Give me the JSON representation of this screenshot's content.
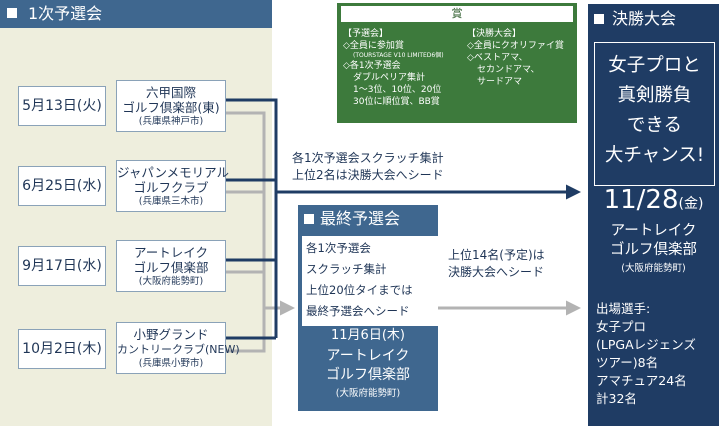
{
  "qualifying": {
    "header": "1次予選会",
    "rounds": [
      {
        "date": "5月13日(火)",
        "venue_lines": [
          "六甲国際",
          "ゴルフ倶楽部(東)"
        ],
        "prefecture": "(兵庫県神戸市)"
      },
      {
        "date": "6月25日(水)",
        "venue_lines": [
          "ジャパンメモリアル",
          "ゴルフクラブ"
        ],
        "prefecture": "(兵庫県三木市)"
      },
      {
        "date": "9月17日(水)",
        "venue_lines": [
          "アートレイク",
          "ゴルフ倶楽部"
        ],
        "prefecture": "(大阪府能勢町)"
      },
      {
        "date": "10月2日(木)",
        "venue_lines": [
          "小野グランド",
          "カントリークラブ(NEW)"
        ],
        "prefecture": "(兵庫県小野市)"
      }
    ]
  },
  "prize": {
    "title": "賞",
    "qualifying_heading": "【予選会】",
    "qualifying_items": [
      "◇全員に参加賞",
      "(TOURSTAGE V10 LIMITED6個)",
      "◇各1次予選会",
      "ダブルペリア集計",
      "1〜3位、10位、20位",
      "30位に順位賞、BB賞"
    ],
    "final_heading": "【決勝大会】",
    "final_items": [
      "◇全員にクオリファイ賞",
      "◇ベストアマ、",
      "セカンドアマ、",
      "サードアマ"
    ]
  },
  "note_to_final": [
    "各1次予選会スクラッチ集計",
    "上位2名は決勝大会へシード"
  ],
  "note_from_semi": [
    "上位14名(予定)は",
    "決勝大会へシード"
  ],
  "semifinal": {
    "header": "最終予選会",
    "desc_lines": [
      "各1次予選会",
      "スクラッチ集計",
      "上位20位タイまでは",
      "最終予選会へシード"
    ],
    "date": "11月6日(木)",
    "venue_lines": [
      "アートレイク",
      "ゴルフ倶楽部"
    ],
    "prefecture": "(大阪府能勢町)"
  },
  "final": {
    "header": "決勝大会",
    "slogan_lines": [
      "女子プロと",
      "真剣勝負",
      "できる",
      "大チャンス!"
    ],
    "date": "11/28",
    "weekday": "(金)",
    "venue_lines": [
      "アートレイク",
      "ゴルフ倶楽部"
    ],
    "prefecture": "(大阪府能勢町)",
    "players_lines": [
      "出場選手:",
      "女子プロ",
      "(LPGAレジェンズ",
      "ツアー)8名",
      "アマチュア24名",
      "計32名"
    ]
  },
  "colors": {
    "header_blue": "#3f678f",
    "final_navy": "#1f3c64",
    "prize_green": "#3d7a3c",
    "panel_beige": "#eeeedd",
    "connector_navy": "#1f3c64",
    "connector_gray": "#b3b3b3"
  }
}
